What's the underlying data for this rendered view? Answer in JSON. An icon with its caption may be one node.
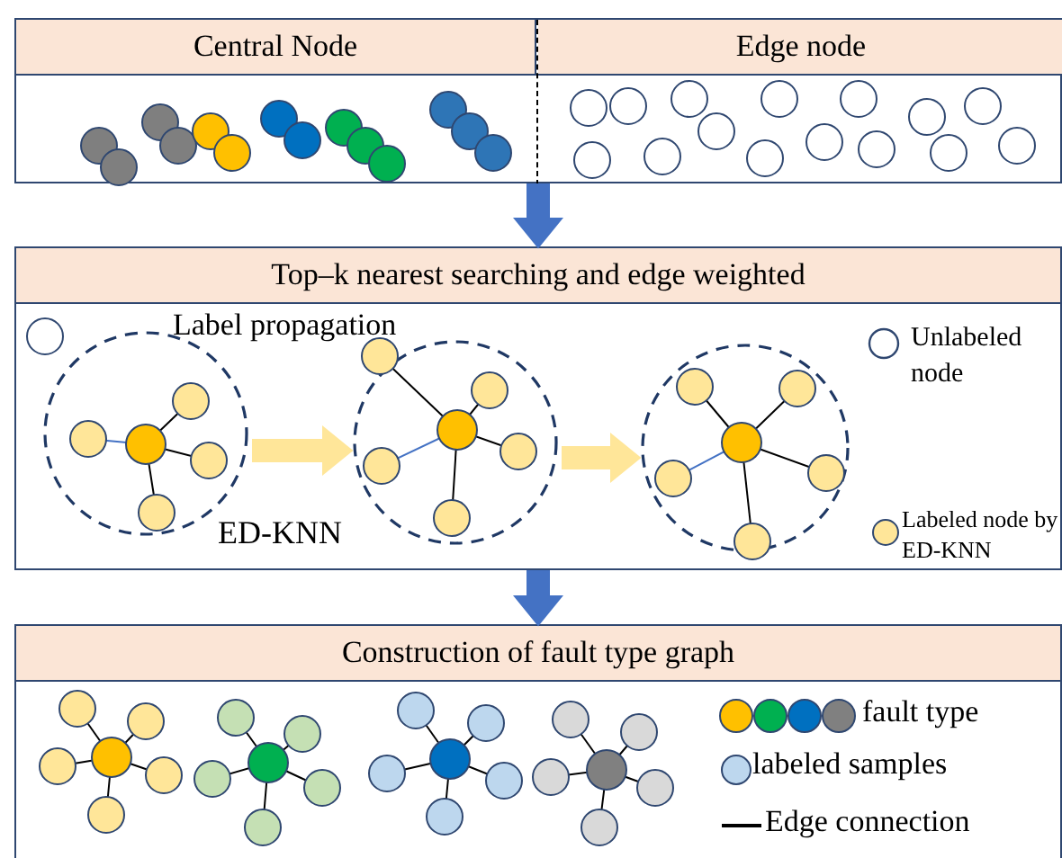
{
  "diagram": {
    "nodes": [
      {
        "text": [],
        "shape": "box"
      },
      {
        "text": [
          "Central Node"
        ],
        "in": 0
      },
      {
        "text": [
          "Edge node"
        ],
        "in": 0
      },
      {
        "text": [
          "Top–k nearest searching and edge  weighted"
        ]
      },
      {
        "text": [],
        "shape": "circle",
        "in": 3
      },
      {
        "text": [],
        "shape": "circle",
        "in": 3
      },
      {
        "text": [],
        "shape": "circle",
        "in": 3
      },
      {
        "text": [
          "Construction of fault type graph"
        ]
      }
    ],
    "edges": [
      {
        "from": 0,
        "to": 3,
        "arrow": "to",
        "color": "#4472c4"
      },
      {
        "from": 4,
        "to": 5,
        "arrow": "to",
        "color": "#ffe699"
      },
      {
        "from": 5,
        "to": 6,
        "arrow": "to",
        "color": "#ffe699"
      },
      {
        "from": 3,
        "to": 7,
        "arrow": "to",
        "color": "#4472c4"
      }
    ],
    "labels": [
      "Label propagation",
      "ED-KNN"
    ],
    "legend": [
      {
        "text": "Unlabeled node"
      },
      {
        "text": "Labeled node by ED-KNN",
        "color": "#ffe699"
      },
      {
        "text": "fault type"
      },
      {
        "text": "labeled samples",
        "color": "#bdd7ee"
      },
      {
        "text": "Edge connection"
      }
    ]
  }
}
